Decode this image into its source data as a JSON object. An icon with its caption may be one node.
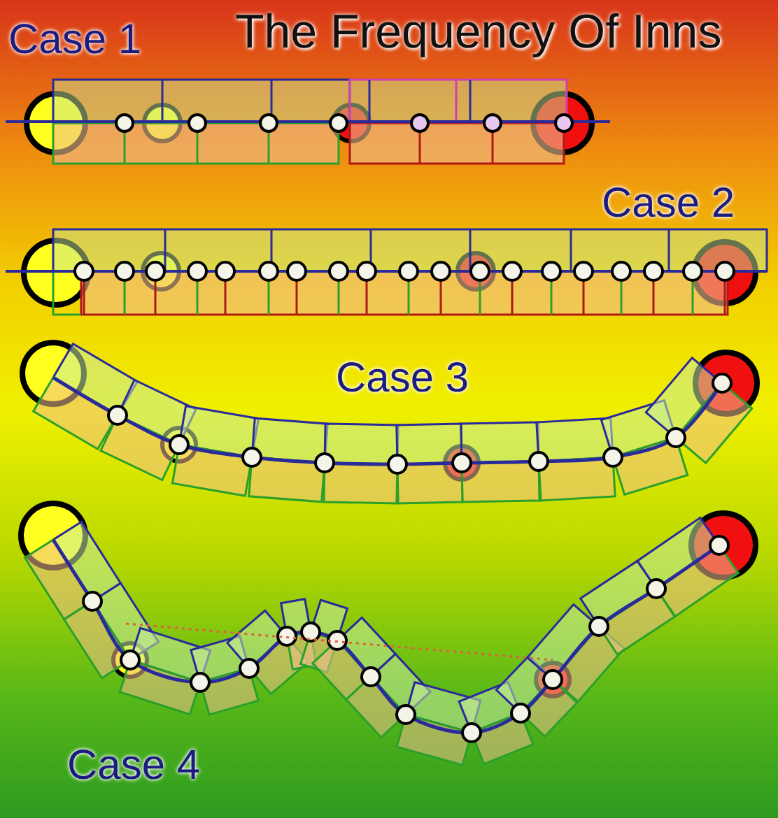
{
  "diagram": {
    "title": "The Frequency Of Inns",
    "labels": [
      "Case 1",
      "Case 2",
      "Case 3",
      "Case 4"
    ]
  }
}
